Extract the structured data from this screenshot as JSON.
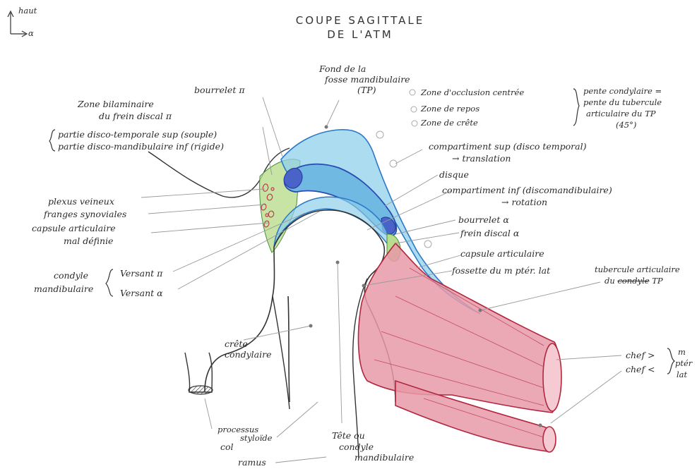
{
  "title": {
    "line1": "COUPE SAGITTALE",
    "line2": "DE L'ATM"
  },
  "orientation": {
    "up": "haut",
    "forward": "α"
  },
  "labels": {
    "fond_fosse_1": "Fond de la",
    "fond_fosse_2": "fosse mandibulaire",
    "fond_fosse_3": "(TP)",
    "bourrelet_post": "bourrelet π",
    "zone_bilaminaire_1": "Zone bilaminaire",
    "zone_bilaminaire_2": "du frein discal π",
    "partie_sup": "partie disco-temporale sup (souple)",
    "partie_inf": "partie disco-mandibulaire inf (rigide)",
    "zone_occlusion": "Zone d'occlusion centrée",
    "zone_repos": "Zone de repos",
    "zone_crete": "Zone de crête",
    "pente_1": "pente condylaire =",
    "pente_2": "pente du tubercule",
    "pente_3": "articulaire du TP",
    "pente_4": "(45°)",
    "comp_sup_1": "compartiment sup (disco temporal)",
    "comp_sup_2": "→ translation",
    "disque": "disque",
    "comp_inf_1": "compartiment inf (discomandibulaire)",
    "comp_inf_2": "→ rotation",
    "bourrelet_ant": "bourrelet α",
    "frein_discal": "frein discal α",
    "capsule_ant": "capsule articulaire",
    "fossette": "fossette du m ptér. lat",
    "tubercule_1": "tubercule articulaire",
    "tubercule_2": "du",
    "tubercule_struck": "condyle",
    "tubercule_3": "TP",
    "plexus_1": "plexus veineux",
    "plexus_2": "franges synoviales",
    "capsule_post_1": "capsule articulaire",
    "capsule_post_2": "mal définie",
    "condyle_1": "condyle",
    "condyle_2": "mandibulaire",
    "versant_post": "Versant π",
    "versant_ant": "Versant α",
    "crete_1": "crête",
    "crete_2": "condylaire",
    "chef_sup": "chef >",
    "chef_inf": "chef <",
    "m_ptery_1": "m",
    "m_ptery_2": "ptér",
    "m_ptery_3": "lat",
    "processus_1": "processus",
    "processus_2": "styloïde",
    "col": "col",
    "ramus": "ramus",
    "tete_1": "Tête ou",
    "tete_2": "condyle",
    "tete_3": "mandibulaire"
  },
  "colors": {
    "disc_blue": "#8fd0ea",
    "disc_outline": "#2a78c7",
    "dark_blue": "#2b3fa3",
    "frein_green": "#b9dd8e",
    "muscle_red": "#e89aa8",
    "muscle_outline": "#b2263f",
    "plexus_red": "#c4394a",
    "ink": "#2f2f2f"
  }
}
